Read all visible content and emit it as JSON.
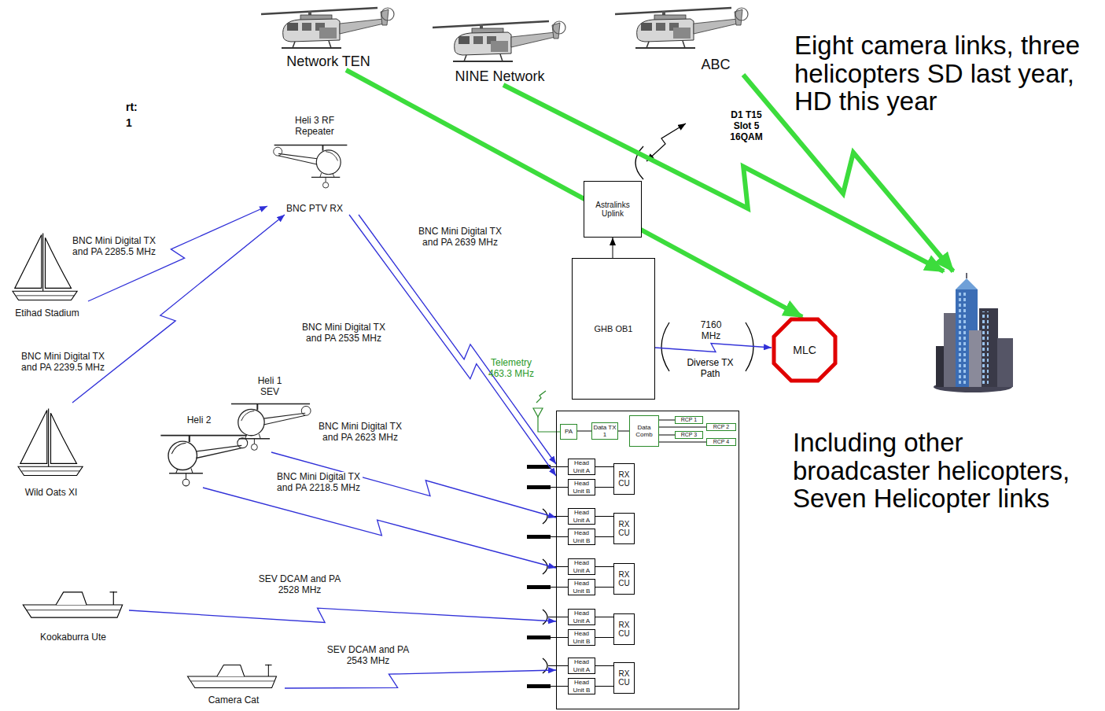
{
  "diagram": {
    "nodes": [
      {
        "text": [
          "Network TEN"
        ]
      },
      {
        "text": [
          "NINE Network"
        ]
      },
      {
        "text": [
          "ABC"
        ]
      },
      {
        "text": []
      },
      {
        "text": [
          "Heli 3 RF Repeater",
          "BNC PTV RX"
        ]
      },
      {
        "text": [
          "Etihad Stadium"
        ]
      },
      {
        "text": [
          "Wild Oats XI"
        ]
      },
      {
        "text": [
          "Heli 1 SEV"
        ]
      },
      {
        "text": [
          "Heli 2"
        ]
      },
      {
        "text": [
          "Kookaburra Ute"
        ]
      },
      {
        "text": [
          "Camera Cat"
        ]
      },
      {
        "text": [
          "Astralinks Uplink"
        ]
      },
      {
        "text": [
          "GHB OB1"
        ]
      },
      {
        "text": [
          "MLC"
        ]
      },
      {
        "text": []
      },
      {
        "text": [
          "PA"
        ],
        "in": 14
      },
      {
        "text": [
          "Data TX 1"
        ],
        "in": 14
      },
      {
        "text": [
          "Data Comb"
        ],
        "in": 14
      },
      {
        "text": [
          "RCP 1"
        ],
        "in": 14
      },
      {
        "text": [
          "RCP 2"
        ],
        "in": 14
      },
      {
        "text": [
          "RCP 3"
        ],
        "in": 14
      },
      {
        "text": [
          "RCP 4"
        ],
        "in": 14
      },
      {
        "text": [
          "Head Unit A"
        ],
        "in": 14
      },
      {
        "text": [
          "Head Unit B"
        ],
        "in": 14
      },
      {
        "text": [
          "RX CU"
        ],
        "in": 14
      },
      {
        "text": [
          "Head Unit A"
        ],
        "in": 14
      },
      {
        "text": [
          "Head Unit B"
        ],
        "in": 14
      },
      {
        "text": [
          "RX CU"
        ],
        "in": 14
      },
      {
        "text": [
          "Head Unit A"
        ],
        "in": 14
      },
      {
        "text": [
          "Head Unit B"
        ],
        "in": 14
      },
      {
        "text": [
          "RX CU"
        ],
        "in": 14
      },
      {
        "text": [
          "Head Unit A"
        ],
        "in": 14
      },
      {
        "text": [
          "Head Unit B"
        ],
        "in": 14
      },
      {
        "text": [
          "RX CU"
        ],
        "in": 14
      },
      {
        "text": [
          "Head Unit A"
        ],
        "in": 14
      },
      {
        "text": [
          "Head Unit B"
        ],
        "in": 14
      },
      {
        "text": [
          "RX CU"
        ],
        "in": 14
      }
    ],
    "edges": [
      {
        "from": 0,
        "to": 13,
        "arrow": "to"
      },
      {
        "from": 1,
        "to": 3,
        "arrow": "to"
      },
      {
        "from": 2,
        "to": 3,
        "arrow": "to"
      },
      {
        "from": 5,
        "to": 4,
        "arrow": "to",
        "label": "BNC Mini Digital TX and PA 2285.5 MHz"
      },
      {
        "from": 6,
        "to": 4,
        "arrow": "to",
        "label": "BNC Mini Digital TX and PA 2239.5 MHz"
      },
      {
        "from": 4,
        "to": 14,
        "arrow": "to",
        "label": "BNC Mini Digital TX and PA 2639 MHz"
      },
      {
        "from": 4,
        "to": 14,
        "arrow": "to",
        "label": "BNC Mini Digital TX and PA 2535 MHz"
      },
      {
        "from": 7,
        "to": 14,
        "arrow": "to",
        "label": "BNC Mini Digital TX and PA 2623 MHz"
      },
      {
        "from": 8,
        "to": 14,
        "arrow": "to",
        "label": "BNC Mini Digital TX and PA 2218.5 MHz"
      },
      {
        "from": 9,
        "to": 14,
        "arrow": "to",
        "label": "SEV DCAM and PA 2528 MHz"
      },
      {
        "from": 10,
        "to": 14,
        "arrow": "to",
        "label": "SEV DCAM and PA 2543 MHz"
      },
      {
        "from": 12,
        "to": 11,
        "arrow": "to"
      },
      {
        "from": 12,
        "to": 13,
        "arrow": "to",
        "label": "7160 MHz"
      },
      {
        "from": 17,
        "to": 16,
        "arrow": "none"
      },
      {
        "from": 16,
        "to": 15,
        "arrow": "none"
      },
      {
        "from": 18,
        "to": 17,
        "arrow": "none"
      },
      {
        "from": 19,
        "to": 17,
        "arrow": "none"
      },
      {
        "from": 20,
        "to": 17,
        "arrow": "none"
      },
      {
        "from": 21,
        "to": 17,
        "arrow": "none"
      },
      {
        "from": 22,
        "to": 24,
        "arrow": "none"
      },
      {
        "from": 23,
        "to": 24,
        "arrow": "none"
      },
      {
        "from": 25,
        "to": 27,
        "arrow": "none"
      },
      {
        "from": 26,
        "to": 27,
        "arrow": "none"
      },
      {
        "from": 28,
        "to": 30,
        "arrow": "none"
      },
      {
        "from": 29,
        "to": 30,
        "arrow": "none"
      },
      {
        "from": 31,
        "to": 33,
        "arrow": "none"
      },
      {
        "from": 32,
        "to": 33,
        "arrow": "none"
      },
      {
        "from": 34,
        "to": 36,
        "arrow": "none"
      },
      {
        "from": 35,
        "to": 36,
        "arrow": "none"
      }
    ],
    "labels": [
      "rt:",
      "1",
      "D1 T15 Slot 5 16QAM",
      "Telemetry 463.3 MHz",
      "Diverse TX Path",
      "Eight camera links, three helicopters SD last year, HD this year",
      "Including other broadcaster helicopters, Seven Helicopter links"
    ]
  }
}
